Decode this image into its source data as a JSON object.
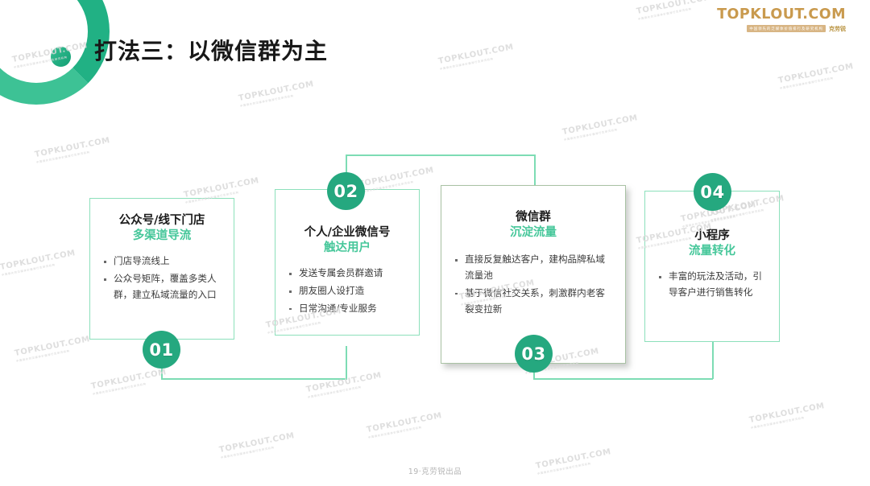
{
  "brand": {
    "logo_text": "TOPKLOUT.COM",
    "logo_tagline": "中国领先的泛媒体价值排行及研究机构",
    "logo_cn": "克劳锐",
    "accent_green": "#25a87f",
    "light_green": "#46c79a",
    "border_green": "#8ce0bb",
    "logo_gold": "#c99a4e"
  },
  "header": {
    "title": "打法三：以微信群为主"
  },
  "watermark": {
    "text": "TOPKLOUT.COM",
    "sub": "中国领先的泛媒体价值排行及研究机构"
  },
  "footer": {
    "text": "19·克劳锐出品"
  },
  "flow": {
    "cards": [
      {
        "number": "01",
        "title": "公众号/线下门店",
        "subtitle": "多渠道导流",
        "bullets": [
          "门店导流线上",
          "公众号矩阵，覆盖多类人群，建立私域流量的入口"
        ],
        "highlight": false
      },
      {
        "number": "02",
        "title": "个人/企业微信号",
        "subtitle": "触达用户",
        "bullets": [
          "发送专属会员群邀请",
          "朋友圈人设打造",
          "日常沟通/专业服务"
        ],
        "highlight": false
      },
      {
        "number": "03",
        "title": "微信群",
        "subtitle": "沉淀流量",
        "bullets": [
          "直接反复触达客户，建构品牌私域流量池",
          "基于微信社交关系，刺激群内老客裂变拉新"
        ],
        "highlight": true
      },
      {
        "number": "04",
        "title": "小程序",
        "subtitle": "流量转化",
        "bullets": [
          "丰富的玩法及活动，引导客户进行销售转化"
        ],
        "highlight": false
      }
    ]
  }
}
